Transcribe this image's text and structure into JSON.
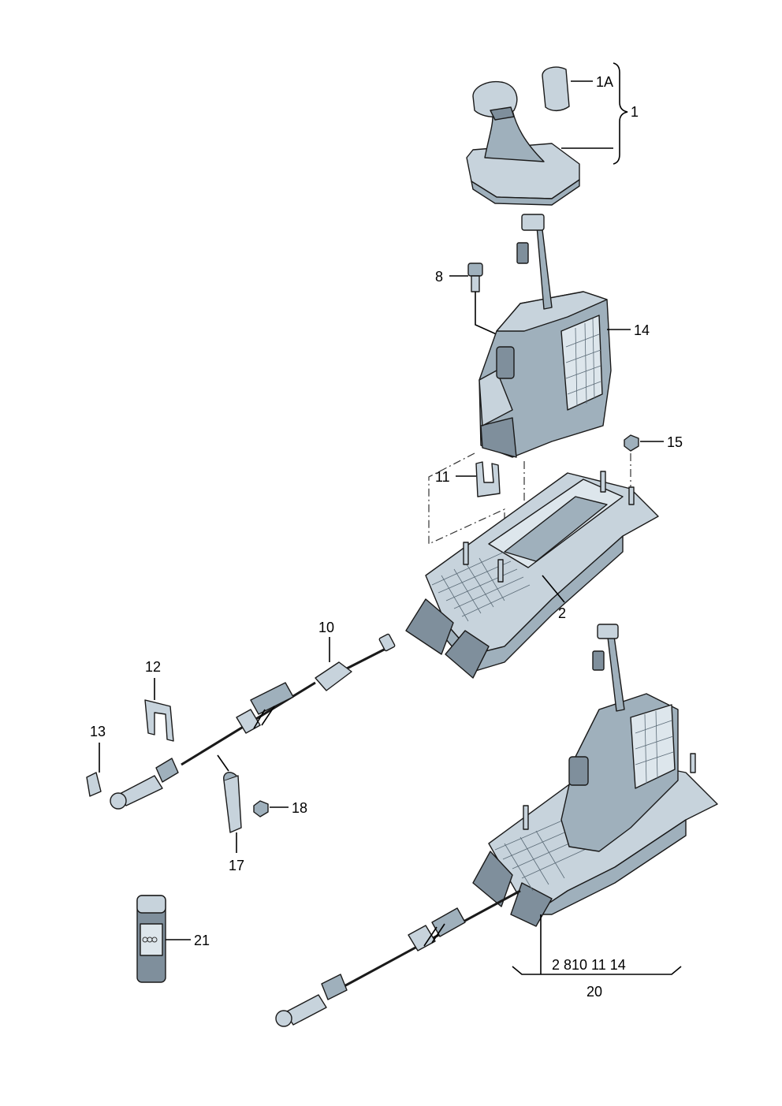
{
  "labels": {
    "l1": "1",
    "l1a": "1A",
    "l2": "2",
    "l8": "8",
    "l10": "10",
    "l11": "11",
    "l12": "12",
    "l13": "13",
    "l14": "14",
    "l15": "15",
    "l17": "17",
    "l18": "18",
    "l20": "20",
    "l21": "21",
    "assembly_parts": "2  810 11 14"
  },
  "colors": {
    "part_dark": "#7f8f9c",
    "part_mid": "#9fb0bc",
    "part_light": "#c7d3dc",
    "outline": "#1a1a1a"
  }
}
